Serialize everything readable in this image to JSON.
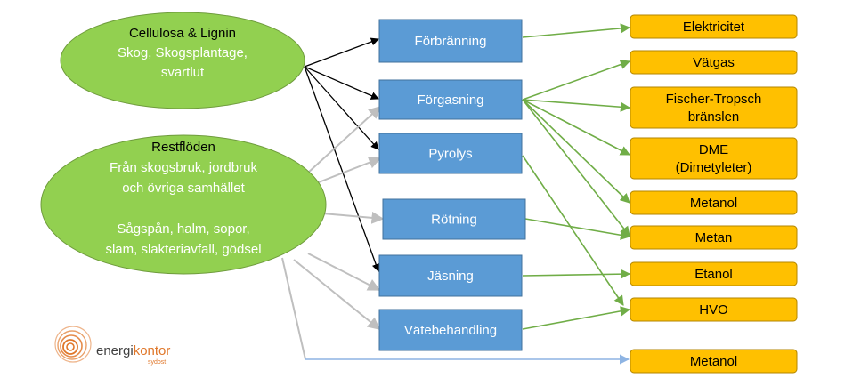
{
  "colors": {
    "source_fill": "#92d050",
    "process_fill": "#5b9bd5",
    "product_fill": "#ffc000",
    "arrow_black": "#000000",
    "arrow_gray": "#bfbfbf",
    "arrow_green": "#70ad47",
    "arrow_blue": "#8eb4e3",
    "logo_orange": "#e0772a"
  },
  "sources": [
    {
      "id": "cellulosa",
      "lines": [
        "Cellulosa & Lignin",
        "Skog, Skogsplantage,",
        "svartlut"
      ],
      "line_colors": [
        "#000000",
        "#ffffff",
        "#ffffff"
      ]
    },
    {
      "id": "restfloden",
      "lines": [
        "Restflöden",
        "Från skogsbruk, jordbruk",
        "och övriga samhället",
        "",
        "Sågspån, halm, sopor,",
        "slam, slakteriavfall, gödsel"
      ],
      "line_colors": [
        "#000000",
        "#ffffff",
        "#ffffff",
        "#ffffff",
        "#ffffff",
        "#ffffff"
      ]
    }
  ],
  "processes": [
    {
      "id": "forbranning",
      "label": "Förbränning"
    },
    {
      "id": "forgasning",
      "label": "Förgasning"
    },
    {
      "id": "pyrolys",
      "label": "Pyrolys"
    },
    {
      "id": "rotning",
      "label": "Rötning"
    },
    {
      "id": "jasning",
      "label": "Jäsning"
    },
    {
      "id": "vatebehandling",
      "label": "Vätebehandling"
    }
  ],
  "products": [
    {
      "id": "elektricitet",
      "lines": [
        "Elektricitet"
      ]
    },
    {
      "id": "vatgas",
      "lines": [
        "Vätgas"
      ]
    },
    {
      "id": "fischer",
      "lines": [
        "Fischer-Tropsch",
        "bränslen"
      ]
    },
    {
      "id": "dme",
      "lines": [
        "DME",
        "(Dimetyleter)"
      ]
    },
    {
      "id": "metanol1",
      "lines": [
        "Metanol"
      ]
    },
    {
      "id": "metan",
      "lines": [
        "Metan"
      ]
    },
    {
      "id": "etanol",
      "lines": [
        "Etanol"
      ]
    },
    {
      "id": "hvo",
      "lines": [
        "HVO"
      ]
    },
    {
      "id": "metanol2",
      "lines": [
        "Metanol"
      ]
    }
  ],
  "connections": [
    {
      "from": "cellulosa",
      "to": "forbranning",
      "style": "black"
    },
    {
      "from": "cellulosa",
      "to": "forgasning",
      "style": "black"
    },
    {
      "from": "cellulosa",
      "to": "pyrolys",
      "style": "black"
    },
    {
      "from": "cellulosa",
      "to": "jasning",
      "style": "black"
    },
    {
      "from": "restfloden",
      "to": "forgasning",
      "style": "gray"
    },
    {
      "from": "restfloden",
      "to": "pyrolys",
      "style": "gray"
    },
    {
      "from": "restfloden",
      "to": "rotning",
      "style": "gray"
    },
    {
      "from": "restfloden",
      "to": "jasning",
      "style": "gray"
    },
    {
      "from": "restfloden",
      "to": "vatebehandling",
      "style": "gray"
    },
    {
      "from": "restfloden",
      "to": "metanol2",
      "style": "gray-blue"
    },
    {
      "from": "forbranning",
      "to": "elektricitet",
      "style": "green"
    },
    {
      "from": "forgasning",
      "to": "vatgas",
      "style": "green"
    },
    {
      "from": "forgasning",
      "to": "fischer",
      "style": "green"
    },
    {
      "from": "forgasning",
      "to": "dme",
      "style": "green"
    },
    {
      "from": "forgasning",
      "to": "metanol1",
      "style": "green"
    },
    {
      "from": "forgasning",
      "to": "metan",
      "style": "green"
    },
    {
      "from": "pyrolys",
      "to": "hvo",
      "style": "green"
    },
    {
      "from": "rotning",
      "to": "metan",
      "style": "green"
    },
    {
      "from": "jasning",
      "to": "etanol",
      "style": "green"
    },
    {
      "from": "vatebehandling",
      "to": "hvo",
      "style": "green"
    }
  ],
  "logo": {
    "name_part1": "energi",
    "name_part2": "kontor",
    "sub": "sydost"
  }
}
